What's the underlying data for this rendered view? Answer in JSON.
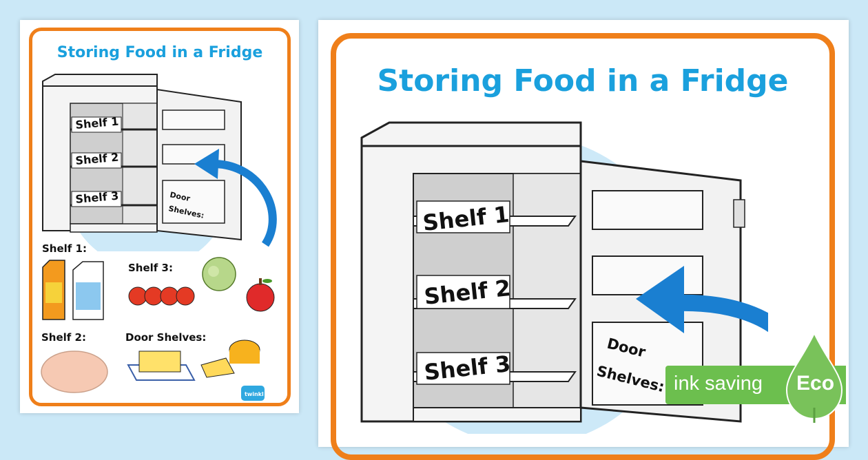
{
  "small_poster": {
    "title": "Storing Food in a Fridge",
    "shelf_labels": [
      "Shelf 1",
      "Shelf 2",
      "Shelf 3"
    ],
    "door_label_line1": "Door",
    "door_label_line2": "Shelves:",
    "sections": {
      "shelf1": "Shelf 1:",
      "shelf2": "Shelf 2:",
      "shelf3": "Shelf 3:",
      "door": "Door Shelves:"
    },
    "logo": "twinkl"
  },
  "large_poster": {
    "title": "Storing Food in a Fridge",
    "shelf_labels": [
      "Shelf 1",
      "Shelf 2",
      "Shelf 3"
    ],
    "door_label_line1": "Door",
    "door_label_line2": "Shelves:"
  },
  "badge": {
    "text": "ink saving",
    "eco": "Eco"
  },
  "colors": {
    "frame": "#ef7f1a",
    "title": "#1aa0dd",
    "arrow": "#1a7fd1",
    "badge": "#6cbf4e",
    "background": "#cbe8f7"
  }
}
